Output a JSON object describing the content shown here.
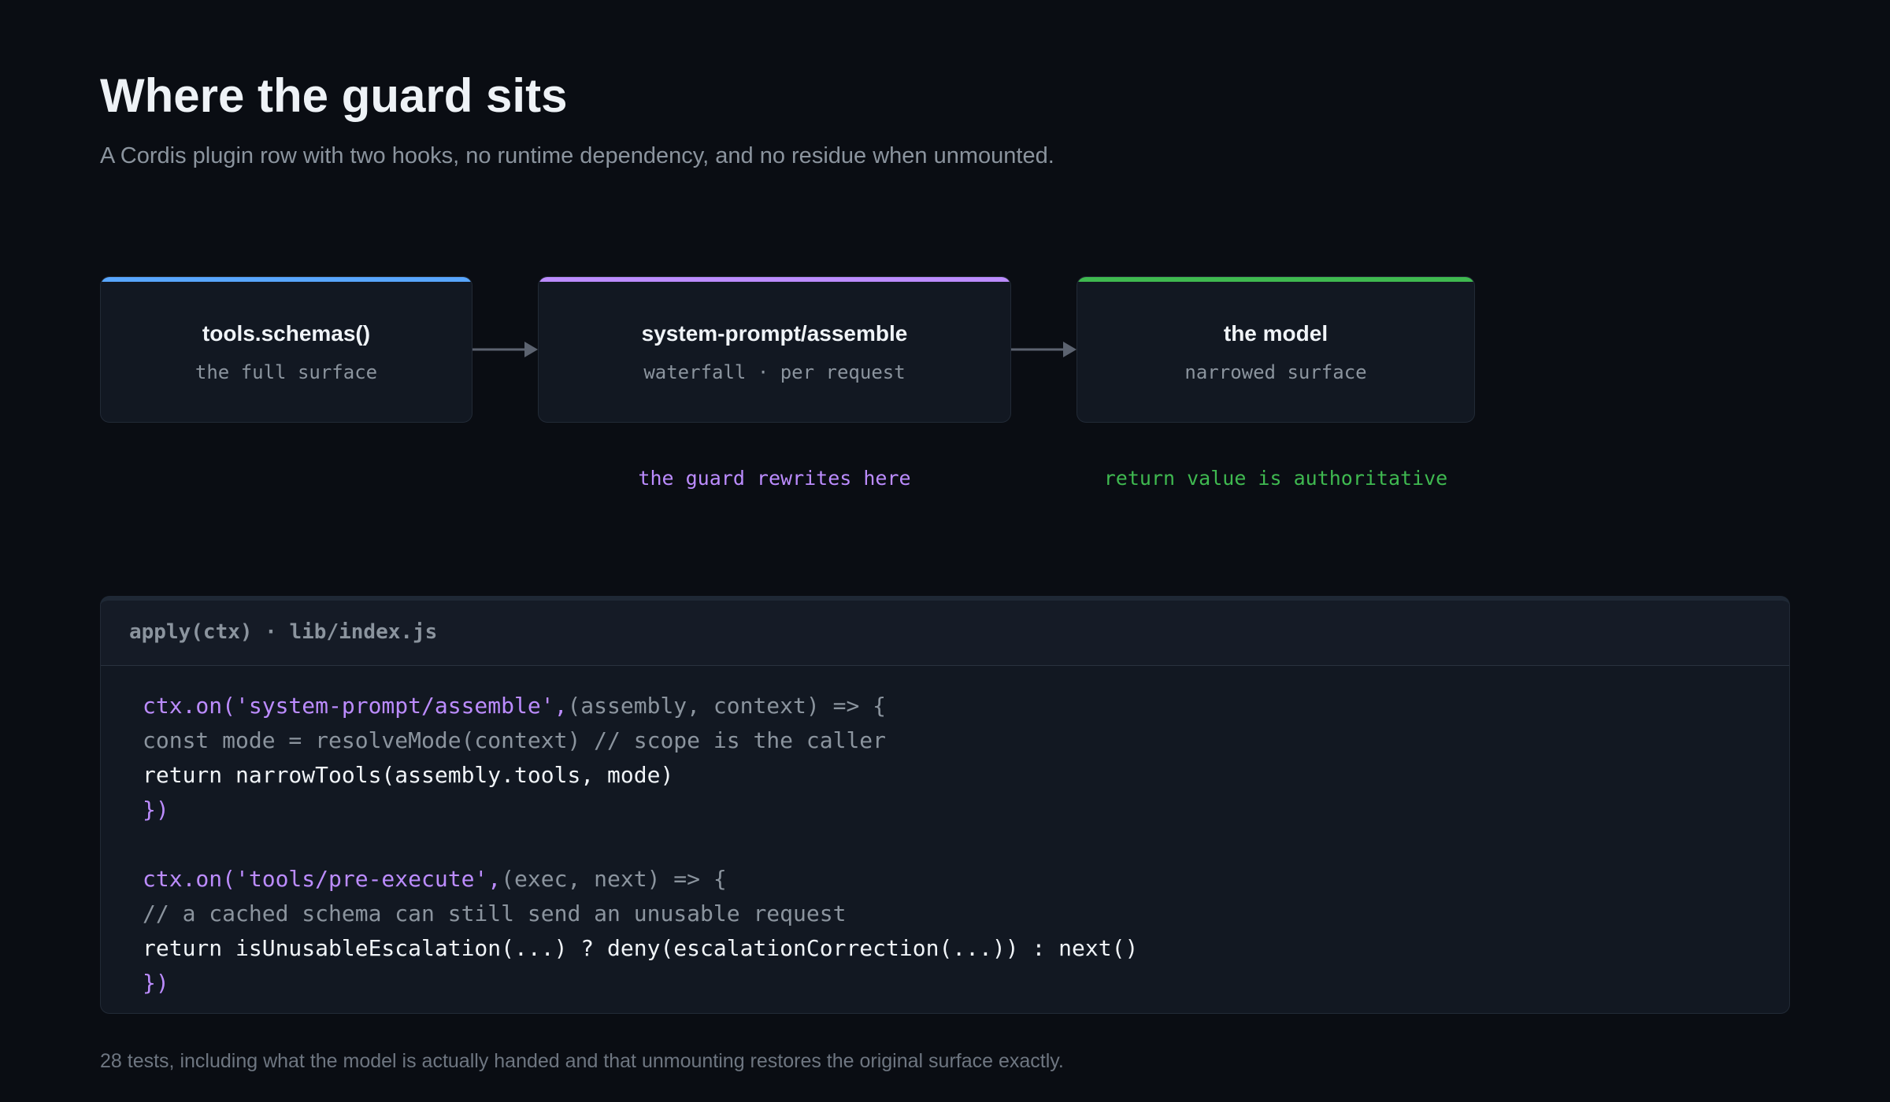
{
  "header": {
    "title": "Where the guard sits",
    "subtitle": "A Cordis plugin row with two hooks, no runtime dependency, and no residue when unmounted."
  },
  "colors": {
    "background": "#0a0d13",
    "box_background": "#121822",
    "blue_accent": "#58a6ff",
    "purple_accent": "#bc8cff",
    "green_accent": "#3fb950",
    "arrow": "#5c6370"
  },
  "flow": {
    "boxes": [
      {
        "title": "tools.schemas()",
        "subtitle": "the full surface",
        "accent": "#58a6ff"
      },
      {
        "title": "system-prompt/assemble",
        "subtitle": "waterfall · per request",
        "accent": "#bc8cff"
      },
      {
        "title": "the model",
        "subtitle": "narrowed surface",
        "accent": "#3fb950"
      }
    ],
    "annotations": [
      {
        "text": "the guard rewrites here",
        "color": "#bc8cff"
      },
      {
        "text": "return value is authoritative",
        "color": "#3fb950"
      }
    ]
  },
  "code": {
    "header": "apply(ctx) · lib/index.js",
    "block1": {
      "open_prefix": "ctx.on('system-prompt/assemble',",
      "open_suffix": "(assembly, context) => {",
      "line2": "const mode = resolveMode(context) // scope is the caller",
      "line3": "return narrowTools(assembly.tools, mode)",
      "close": "})"
    },
    "block2": {
      "open_prefix": "ctx.on('tools/pre-execute',",
      "open_suffix": "(exec, next) => {",
      "line2": "// a cached schema can still send an unusable request",
      "line3": "return isUnusableEscalation(...) ? deny(escalationCorrection(...)) : next()",
      "close": "})"
    }
  },
  "footer": {
    "text": "28 tests, including what the model is actually handed and that unmounting restores the original surface exactly."
  }
}
